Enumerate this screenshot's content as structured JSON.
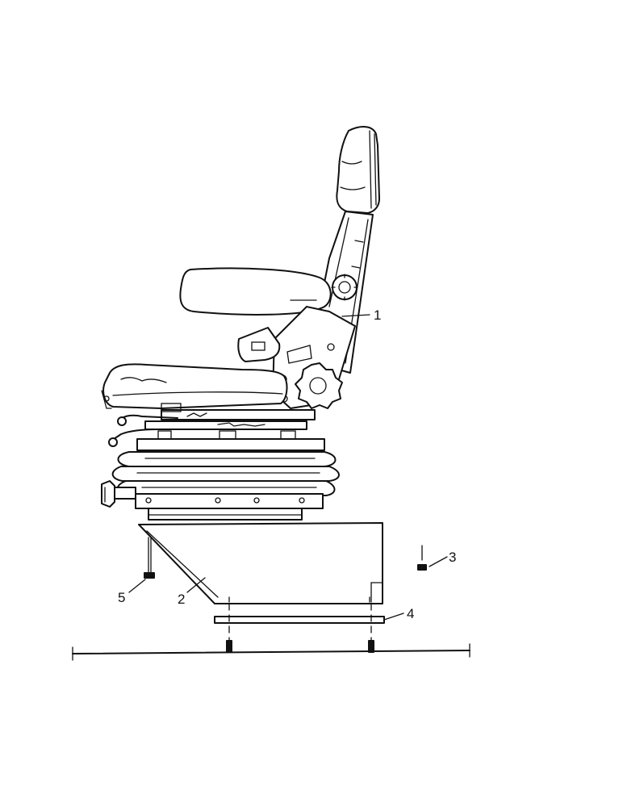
{
  "diagram": {
    "callouts": [
      {
        "id": "seat-assembly",
        "label": "1"
      },
      {
        "id": "seat-base-bracket",
        "label": "2"
      },
      {
        "id": "nut",
        "label": "3"
      },
      {
        "id": "mounting-plate",
        "label": "4"
      },
      {
        "id": "bolt",
        "label": "5"
      }
    ]
  }
}
